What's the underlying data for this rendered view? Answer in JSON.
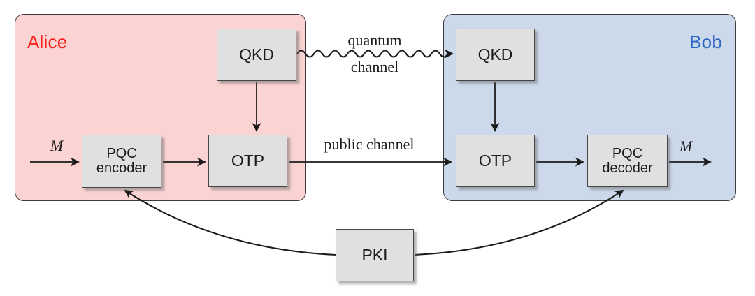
{
  "diagram": {
    "alice": {
      "label": "Alice"
    },
    "bob": {
      "label": "Bob"
    },
    "nodes": {
      "alice_qkd": "QKD",
      "alice_pqc_top": "PQC",
      "alice_pqc_bottom": "encoder",
      "alice_otp": "OTP",
      "bob_qkd": "QKD",
      "bob_otp": "OTP",
      "bob_pqc_top": "PQC",
      "bob_pqc_bottom": "decoder",
      "pki": "PKI"
    },
    "labels": {
      "quantum_channel_top": "quantum",
      "quantum_channel_bottom": "channel",
      "public_channel": "public channel",
      "message_in": "M",
      "message_out": "M"
    },
    "colors": {
      "alice-bg": "#fbd3d3",
      "alice-text": "#f8201c",
      "bob-bg": "#ccd9eb",
      "bob-text": "#2d65c3",
      "node-fill": "#e0e0e0",
      "node-border": "#464646",
      "arrow": "#1b1b1b"
    }
  }
}
